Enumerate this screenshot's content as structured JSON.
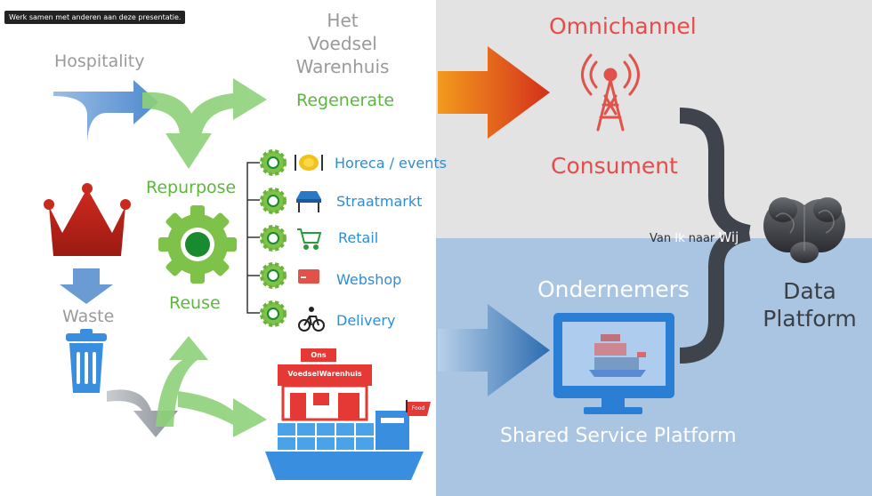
{
  "tooltip": "Werk samen met anderen aan deze presentatie.",
  "left": {
    "hospitality": "Hospitality",
    "warehouse_title": [
      "Het",
      "Voedsel",
      "Warenhuis"
    ],
    "regenerate": "Regenerate",
    "repurpose": "Repurpose",
    "reuse": "Reuse",
    "waste": "Waste",
    "channels": [
      {
        "label": "Horeca / events",
        "icon": "plate-icon"
      },
      {
        "label": "Straatmarkt",
        "icon": "market-stall-icon"
      },
      {
        "label": "Retail",
        "icon": "shopping-cart-icon"
      },
      {
        "label": "Webshop",
        "icon": "credit-card-icon"
      },
      {
        "label": "Delivery",
        "icon": "bicycle-icon"
      }
    ],
    "store_sign_top": "Ons",
    "store_sign_main": "VoedselWarenhuis",
    "flag_text": "Food"
  },
  "right": {
    "omnichannel": "Omnichannel",
    "consument": "Consument",
    "ondernemers": "Ondernemers",
    "shared_service": "Shared Service Platform",
    "van": "Van",
    "ik": "Ik",
    "naar": "naar",
    "wij": "Wij",
    "data_platform": [
      "Data",
      "Platform"
    ]
  },
  "colors": {
    "green": "#5cb83d",
    "blue": "#2f8dd6",
    "red": "#e74c4c",
    "gray_text": "#9a9a9a",
    "brace": "#3f444c",
    "top_panel": "#e3e3e3",
    "bottom_panel": "#a9c5e1"
  }
}
